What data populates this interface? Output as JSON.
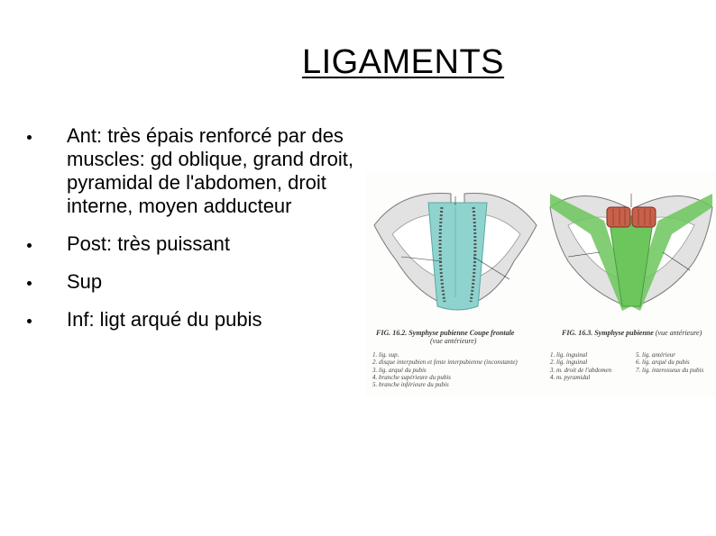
{
  "slide": {
    "title": "LIGAMENTS",
    "bullets": [
      "Ant: très épais renforcé par des muscles: gd oblique, grand droit, pyramidal de l'abdomen, droit interne, moyen adducteur",
      "Post: très puissant",
      "Sup",
      "Inf: ligt arqué du pubis"
    ]
  },
  "figure": {
    "left_caption": "FIG. 16.2. Symphyse pubienne Coupe frontale",
    "left_caption_sub": "(vue antérieure)",
    "right_caption": "FIG. 16.3. Symphyse pubienne",
    "right_caption_sub": "(vue antérieure)",
    "left_legend": [
      "1. lig. sup.",
      "2. disque interpubien et fente interpubienne (inconstante)",
      "3. lig. arqué du pubis",
      "4. branche supérieure du pubis",
      "5. branche inférieure du pubis"
    ],
    "right_legend_col1": [
      "1. lig. inguinal",
      "2. lig. inguinal",
      "3. m. droit de l'abdomen",
      "4. m. pyramidal"
    ],
    "right_legend_col2": [
      "5. lig. antérieur",
      "6. lig. arqué du pubis",
      "7. lig. interosseux du pubis"
    ],
    "colors": {
      "ligament_blue": "#8fd3cf",
      "muscle_red": "#c8604a",
      "ligament_green": "#6cc65c",
      "bone_gray": "#d9d9d9"
    }
  }
}
